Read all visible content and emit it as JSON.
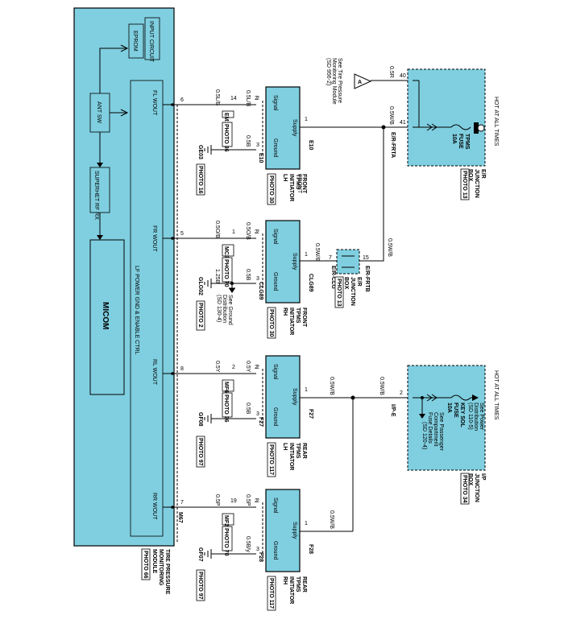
{
  "tpms_module": {
    "blocks": {
      "input_circuit": "INPUT CIRCUIT",
      "eprom": "EPROM",
      "ant_sw": "ANT SW",
      "superhet": "SUPERHET RF RX",
      "micom": "MICOM",
      "lf_power": "LF POWER GND & ENABLE CTRL"
    },
    "outputs": [
      "FL WOUT",
      "FR WOUT",
      "RL WOUT",
      "RR WOUT"
    ],
    "label": [
      "TIRE PRESSURE",
      "MONITORING",
      "MODULE"
    ],
    "photo": "PHOTO 66"
  },
  "initiators": [
    {
      "name": [
        "FRONT",
        "TPMS",
        "INITIATOR",
        "LH"
      ],
      "photo": "PHOTO 30",
      "conn": "E10",
      "signal": "Signal",
      "supply": "Supply",
      "ground": "Ground",
      "pins": [
        "2",
        "1",
        "3"
      ]
    },
    {
      "name": [
        "FRONT",
        "TPMS",
        "INITIATOR",
        "RH"
      ],
      "photo": "PHOTO 30",
      "conn": "CLG89",
      "signal": "Signal",
      "supply": "Supply",
      "ground": "Ground",
      "pins": [
        "2",
        "1",
        "3"
      ]
    },
    {
      "name": [
        "REAR",
        "TPMS",
        "INITIATOR",
        "LH"
      ],
      "photo": "PHOTO 117",
      "conn": "F27",
      "signal": "Signal",
      "supply": "Supply",
      "ground": "Ground",
      "pins": [
        "2",
        "1",
        "3"
      ]
    },
    {
      "name": [
        "REAR",
        "TPMS",
        "INITIATOR",
        "RH"
      ],
      "photo": "PHOTO 117",
      "conn": "F28",
      "signal": "Signal",
      "supply": "Supply",
      "ground": "Ground",
      "pins": [
        "2",
        "1",
        "3"
      ]
    }
  ],
  "splices": [
    {
      "name": "EM11",
      "photo": "PHOTO 36",
      "pin_left": "14",
      "pin_right": "2"
    },
    {
      "name": "MC31",
      "photo": "PHOTO 70",
      "pin_left": "1",
      "pin_right": "2"
    },
    {
      "name": "MF61",
      "photo": "PHOTO 36",
      "pin_left": "2",
      "pin_right": "2"
    },
    {
      "name": "MF21",
      "photo": "PHOTO 70",
      "pin_left": "19",
      "pin_right": "2"
    }
  ],
  "grounds": [
    {
      "name": "GE03",
      "photo": "PHOTO 16"
    },
    {
      "name": "GLG02",
      "photo": "PHOTO 2"
    },
    {
      "name": "GF08",
      "photo": "PHOTO 97"
    },
    {
      "name": "GF07",
      "photo": "PHOTO 97"
    }
  ],
  "wires": {
    "fl_sig_left": "0.5L/B",
    "fl_sig_right": "0.5L/B",
    "fl_gnd": "0.5B",
    "fr_sig_left": "0.5O/B",
    "fr_sig_right": "0.5O/B",
    "fr_gnd": "0.5B",
    "fr_gnd2": "1.25B",
    "rl_sig_left": "0.5Y",
    "rl_sig_right": "0.5Y",
    "rl_gnd": "0.5B",
    "rr_sig_left": "0.5P",
    "rr_sig_right": "0.5P",
    "rr_gnd": "0.5B/y",
    "supply_fl": "0.5W/B",
    "supply_fr_a": "0.5W/B",
    "supply_fr_b": "0.5W/B",
    "supply_rl": "0.5W/B",
    "supply_rr": "0.5W/B",
    "er_top": "0.5R",
    "conn_rl": "M67"
  },
  "pin_numbers": {
    "mod_fl": "6",
    "mod_fr": "5",
    "mod_rl": "8",
    "mod_rr": "7",
    "er_a1": "40",
    "er_a2": "41",
    "er_b1": "7",
    "er_b2": "15",
    "ip_pin": "2"
  },
  "ej_box_top": {
    "hot": "HOT AT ALL TIMES",
    "fuse": [
      "TPMS",
      "FUSE",
      "10A"
    ],
    "title": [
      "E/R",
      "JUNCTION",
      "BOX"
    ],
    "photo": "PHOTO 13",
    "conn": "E/R-FRTA"
  },
  "ej_box_mid": {
    "title": [
      "E/R",
      "JUNCTION",
      "BOX"
    ],
    "photo": "PHOTO 13",
    "conn1": "E/R-FRTB",
    "conn2": "E/R-CLG"
  },
  "ip_box": {
    "hot": "HOT AT ALL TIMES",
    "power": [
      "See Power",
      "Distribution",
      "(SD 110-5)"
    ],
    "fuse": [
      "KEY SOL",
      "FUSE",
      "10A"
    ],
    "note": [
      "See Passenger",
      "Compartment",
      "Fuse Details",
      "(SD 120-4)"
    ],
    "title": [
      "I/P",
      "JUNCTION",
      "BOX"
    ],
    "photo": "PHOTO 34",
    "conn": "I/P-E"
  },
  "ref_note": [
    "See Tire Pressure",
    "Monitoring Module",
    "(SD 956-2)"
  ],
  "ref_letter": "A",
  "ground_note": [
    "See Ground",
    "Distribution",
    "(SD 130-4)"
  ]
}
